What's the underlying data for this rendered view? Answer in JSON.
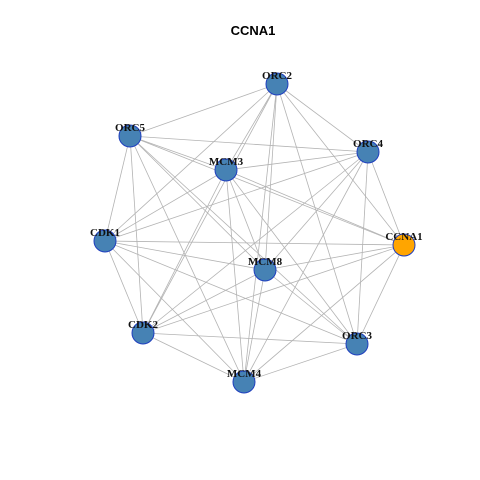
{
  "title": "CCNA1",
  "colors": {
    "node_default": "#4682B4",
    "node_highlight": "#FFA500",
    "node_border": "#1F3FBF",
    "edge": "#B3B3B3"
  },
  "nodes": [
    {
      "id": "ORC2",
      "label": "ORC2",
      "highlight": false
    },
    {
      "id": "ORC5",
      "label": "ORC5",
      "highlight": false
    },
    {
      "id": "ORC4",
      "label": "ORC4",
      "highlight": false
    },
    {
      "id": "MCM3",
      "label": "MCM3",
      "highlight": false
    },
    {
      "id": "CDK1",
      "label": "CDK1",
      "highlight": false
    },
    {
      "id": "CCNA1",
      "label": "CCNA1",
      "highlight": true
    },
    {
      "id": "MCM8",
      "label": "MCM8",
      "highlight": false
    },
    {
      "id": "CDK2",
      "label": "CDK2",
      "highlight": false
    },
    {
      "id": "ORC3",
      "label": "ORC3",
      "highlight": false
    },
    {
      "id": "MCM4",
      "label": "MCM4",
      "highlight": false
    }
  ],
  "edges": [
    [
      "ORC2",
      "ORC5"
    ],
    [
      "ORC2",
      "ORC4"
    ],
    [
      "ORC2",
      "MCM3"
    ],
    [
      "ORC2",
      "CDK1"
    ],
    [
      "ORC2",
      "MCM8"
    ],
    [
      "ORC2",
      "CDK2"
    ],
    [
      "ORC2",
      "MCM4"
    ],
    [
      "ORC2",
      "ORC3"
    ],
    [
      "ORC2",
      "CCNA1"
    ],
    [
      "ORC5",
      "ORC4"
    ],
    [
      "ORC5",
      "MCM3"
    ],
    [
      "ORC5",
      "CDK1"
    ],
    [
      "ORC5",
      "CCNA1"
    ],
    [
      "ORC5",
      "MCM8"
    ],
    [
      "ORC5",
      "CDK2"
    ],
    [
      "ORC5",
      "ORC3"
    ],
    [
      "ORC5",
      "MCM4"
    ],
    [
      "ORC4",
      "MCM3"
    ],
    [
      "ORC4",
      "CDK1"
    ],
    [
      "ORC4",
      "CCNA1"
    ],
    [
      "ORC4",
      "MCM8"
    ],
    [
      "ORC4",
      "CDK2"
    ],
    [
      "ORC4",
      "ORC3"
    ],
    [
      "ORC4",
      "MCM4"
    ],
    [
      "MCM3",
      "CDK1"
    ],
    [
      "MCM3",
      "CCNA1"
    ],
    [
      "MCM3",
      "MCM8"
    ],
    [
      "MCM3",
      "CDK2"
    ],
    [
      "MCM3",
      "ORC3"
    ],
    [
      "MCM3",
      "MCM4"
    ],
    [
      "CDK1",
      "CCNA1"
    ],
    [
      "CDK1",
      "MCM8"
    ],
    [
      "CDK1",
      "CDK2"
    ],
    [
      "CDK1",
      "ORC3"
    ],
    [
      "CDK1",
      "MCM4"
    ],
    [
      "CCNA1",
      "MCM8"
    ],
    [
      "CCNA1",
      "CDK2"
    ],
    [
      "CCNA1",
      "ORC3"
    ],
    [
      "CCNA1",
      "MCM4"
    ],
    [
      "MCM8",
      "CDK2"
    ],
    [
      "MCM8",
      "ORC3"
    ],
    [
      "MCM8",
      "MCM4"
    ],
    [
      "CDK2",
      "ORC3"
    ],
    [
      "CDK2",
      "MCM4"
    ],
    [
      "ORC3",
      "MCM4"
    ]
  ]
}
